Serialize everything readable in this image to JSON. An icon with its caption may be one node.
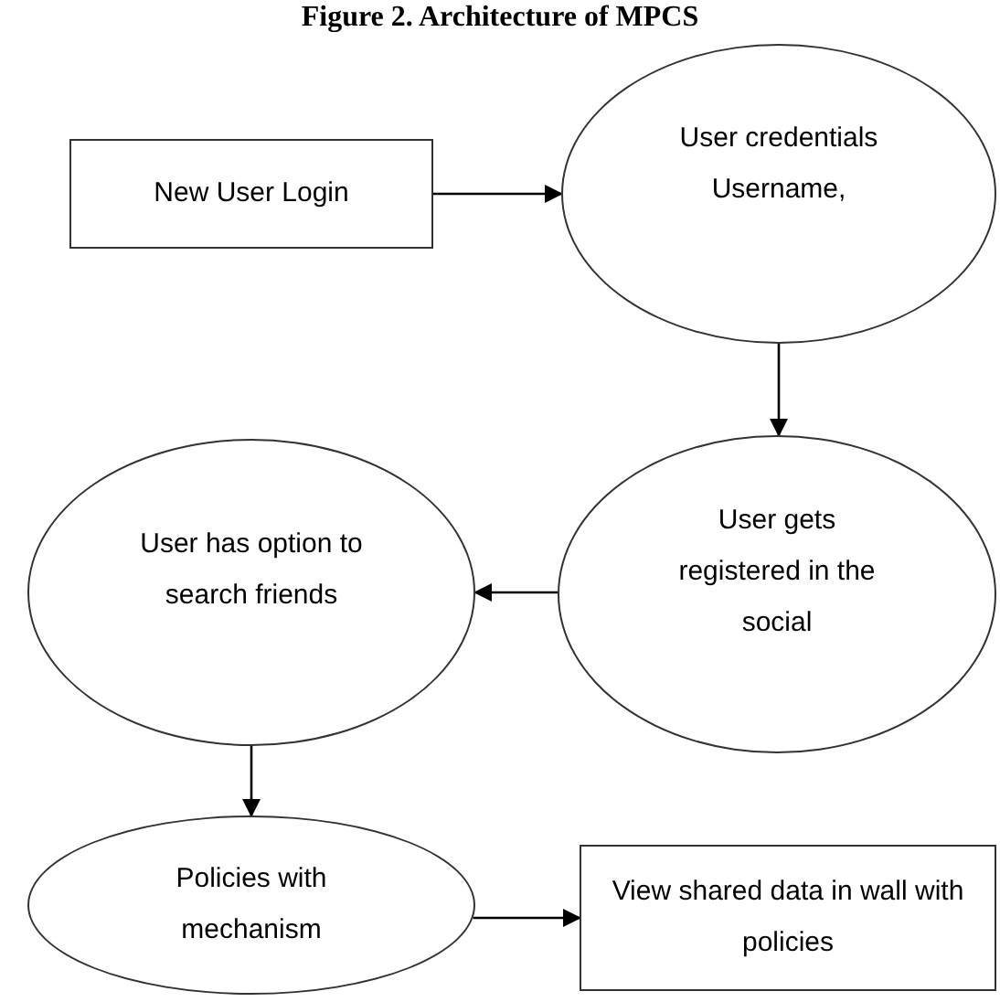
{
  "diagram": {
    "title": "Figure 2. Architecture of MPCS",
    "nodes": [
      {
        "text": [
          "New User Login"
        ]
      },
      {
        "text": [
          "User credentials Username,"
        ]
      },
      {
        "text": [
          "User has option to search friends"
        ]
      },
      {
        "text": [
          "User gets registered in the social"
        ]
      },
      {
        "text": [
          "Policies with mechanism"
        ]
      },
      {
        "text": [
          "View shared data in wall with policies"
        ]
      }
    ],
    "edges": [
      {
        "from": 0,
        "to": 1,
        "arrow": "to"
      },
      {
        "from": 1,
        "to": 3,
        "arrow": "to"
      },
      {
        "from": 3,
        "to": 2,
        "arrow": "to"
      },
      {
        "from": 2,
        "to": 4,
        "arrow": "to"
      },
      {
        "from": 4,
        "to": 5,
        "arrow": "to"
      }
    ]
  }
}
